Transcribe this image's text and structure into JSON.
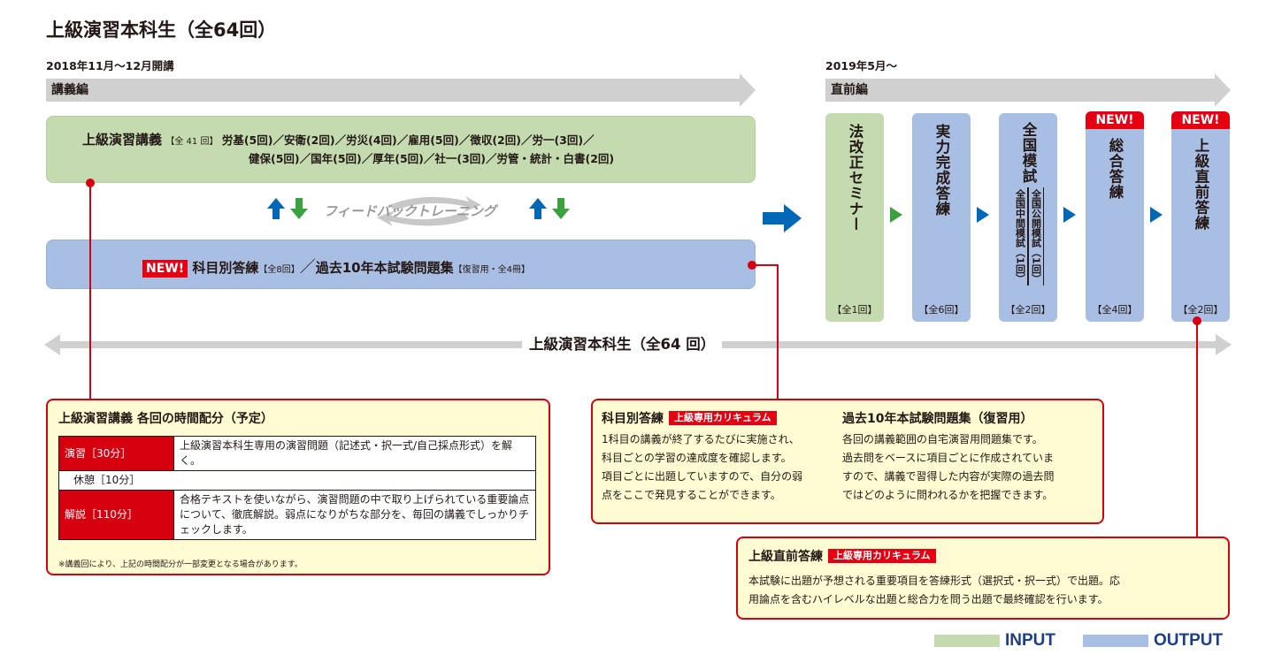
{
  "title": "上級演習本科生（全64回）",
  "periods": {
    "left": "2018年11月〜12月開講",
    "right": "2019年5月〜"
  },
  "bands": {
    "left": "講義編",
    "right": "直前編"
  },
  "lecture": {
    "name": "上級演習講義",
    "count": "【全 41 回】",
    "line1": "労基(5回)／安衛(2回)／労災(4回)／雇用(5回)／徴収(2回)／労一(3回)／",
    "line2": "健保(5回)／国年(5回)／厚年(5回)／社一(3回)／労管・統計・白書(2回)"
  },
  "feedback": "フィードバックトレーニング",
  "new_label": "NEW!",
  "output_row": {
    "name1": "科目別答練",
    "count1": "【全8回】",
    "sep": "／",
    "name2": "過去10年本試験問題集",
    "count2": "【復習用・全4冊】"
  },
  "columns": [
    {
      "name": "法改正セミナー",
      "count": "【全1回】",
      "type": "input"
    },
    {
      "name": "実力完成答練",
      "count": "【全6回】",
      "type": "output"
    },
    {
      "name": "全国模試",
      "sub1": "全国公開模試（1回）",
      "sub2": "全国中間模試（1回）",
      "count": "【全2回】",
      "type": "output"
    },
    {
      "name": "総合答練",
      "count": "【全4回】",
      "type": "output",
      "new": true
    },
    {
      "name": "上級直前答練",
      "count": "【全2回】",
      "type": "output",
      "new": true
    }
  ],
  "total_label": "上級演習本科生（全64 回）",
  "lecture_note": {
    "title": "上級演習講義 各回の時間配分（予定）",
    "rows": [
      {
        "label": "演習［30分］",
        "content": "上級演習本科生専用の演習問題（記述式・択一式/自己採点形式）を解く。"
      },
      {
        "label": "休憩［10分］",
        "content": ""
      },
      {
        "label": "解説［110分］",
        "content": "合格テキストを使いながら、演習問題の中で取り上げられている重要論点について、徹底解説。弱点になりがちな部分を、毎回の講義でしっかりチェックします。"
      }
    ],
    "footnote": "※講義回により、上記の時間配分が一部変更となる場合があります。"
  },
  "output_note": {
    "title1": "科目別答練",
    "tag": "上級専用カリキュラム",
    "body1": [
      "1科目の講義が終了するたびに実施され、",
      "科目ごとの学習の達成度を確認します。",
      "項目ごとに出題していますので、自分の弱",
      "点をここで発見することができます。"
    ],
    "title2": "過去10年本試験問題集（復習用）",
    "body2": [
      "各回の講義範囲の自宅演習用問題集です。",
      "過去問をベースに項目ごとに作成されていま",
      "すので、講義で習得した内容が実際の過去問",
      "ではどのように問われるかを把握できます。"
    ]
  },
  "final_note": {
    "title": "上級直前答練",
    "tag": "上級専用カリキュラム",
    "line1": "本試験に出題が予想される重要項目を答練形式（選択式・択一式）で出題。応",
    "line2": "用論点を含むハイレベルな出題と総合力を問う出題で最終確認を行います。"
  },
  "legend": {
    "input": "INPUT",
    "output": "OUTPUT"
  },
  "colors": {
    "input": "#c4dbb0",
    "output": "#a9bee3",
    "accent": "#d7000f",
    "arrow_blue": "#0068b7",
    "arrow_green": "#3aa23c"
  }
}
